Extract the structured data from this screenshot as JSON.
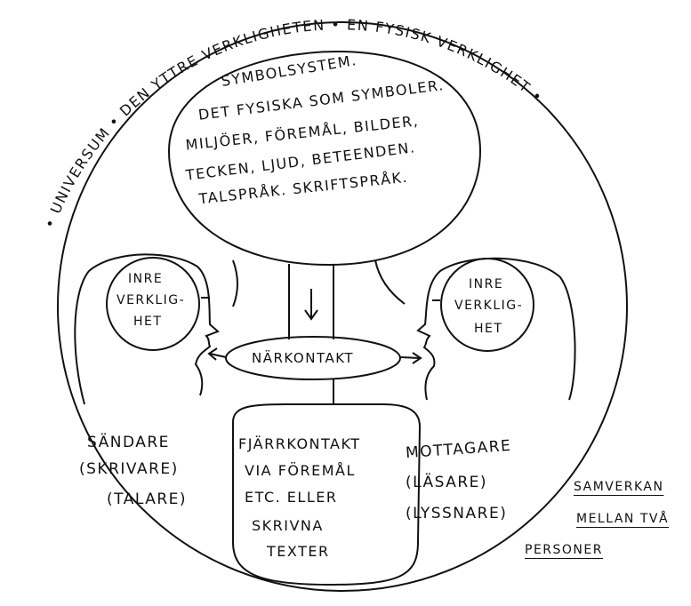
{
  "outer_ring_text": "• UNIVERSUM • DEN YTTRE VERKLIGHETEN • EN FYSISK VERKLIGHET •",
  "symbol_system": {
    "lines": [
      "SYMBOLSYSTEM.",
      "DET FYSISKA SOM SYMBOLER.",
      "MILJÖER, FÖREMÅL, BILDER,",
      "TECKEN, LJUD, BETEENDEN.",
      "TALSPRÅK. SKRIFTSPRÅK."
    ]
  },
  "inner_reality_left": [
    "INRE",
    "VERKLIG-",
    "HET"
  ],
  "inner_reality_right": [
    "INRE",
    "VERKLIG-",
    "HET"
  ],
  "near_contact": "NÄRKONTAKT",
  "far_contact": [
    "FJÄRRKONTAKT",
    "VIA FÖREMÅL",
    "ETC. ELLER",
    "SKRIVNA",
    "TEXTER"
  ],
  "sender": [
    "SÄNDARE",
    "(SKRIVARE)",
    "(TALARE)"
  ],
  "receiver": [
    "MOTTAGARE",
    "(LÄSARE)",
    "(LYSSNARE)"
  ],
  "caption": [
    "SAMVERKAN",
    "MELLAN TVÅ",
    "PERSONER"
  ]
}
